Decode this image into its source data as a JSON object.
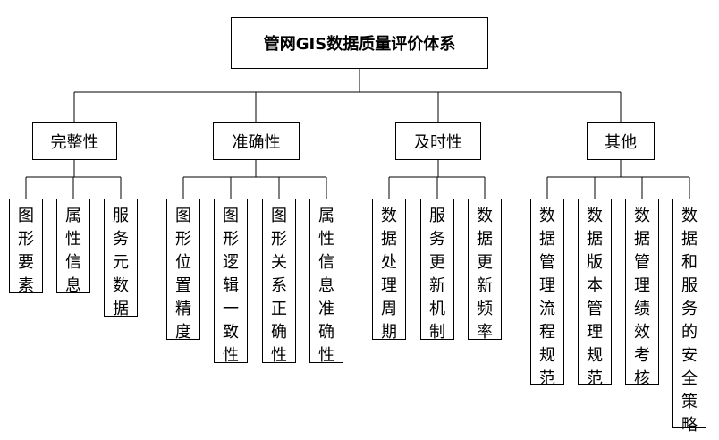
{
  "root": {
    "label": "管网GIS数据质量评价体系"
  },
  "categories": [
    {
      "label": "完整性",
      "children": [
        {
          "label": "图形要素"
        },
        {
          "label": "属性信息"
        },
        {
          "label": "服务元数据"
        }
      ]
    },
    {
      "label": "准确性",
      "children": [
        {
          "label": "图形位置精度"
        },
        {
          "label": "图形逻辑一致性"
        },
        {
          "label": "图形关系正确性"
        },
        {
          "label": "属性信息准确性"
        }
      ]
    },
    {
      "label": "及时性",
      "children": [
        {
          "label": "数据处理周期"
        },
        {
          "label": "服务更新机制"
        },
        {
          "label": "数据更新频率"
        }
      ]
    },
    {
      "label": "其他",
      "children": [
        {
          "label": "数据管理流程规范"
        },
        {
          "label": "数据版本管理规范"
        },
        {
          "label": "数据管理绩效考核"
        },
        {
          "label": "数据和服务的安全策略"
        }
      ]
    }
  ]
}
